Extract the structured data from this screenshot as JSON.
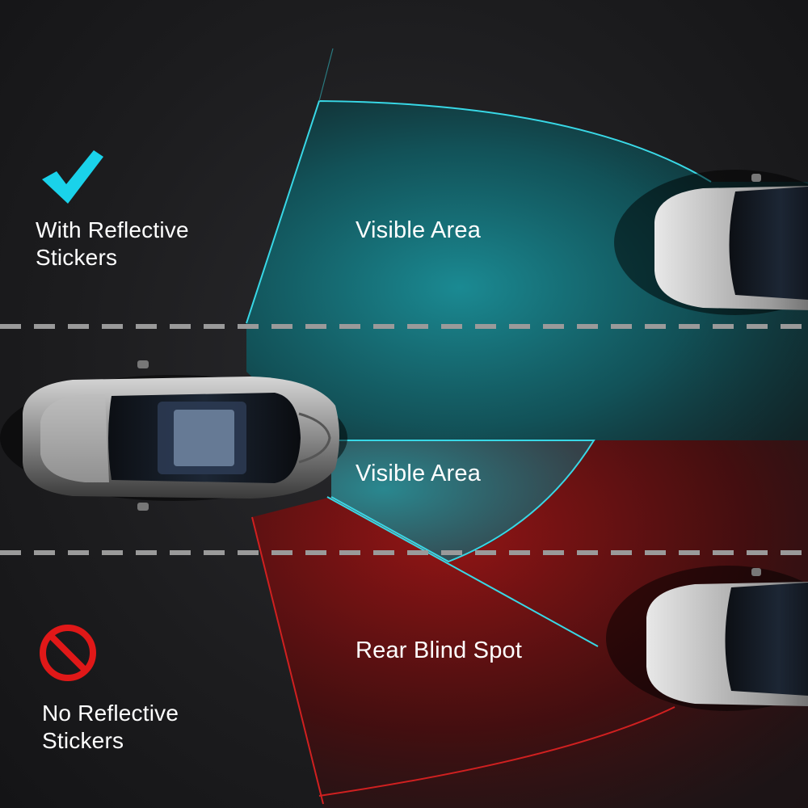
{
  "legend": {
    "with": {
      "icon": "checkmark-icon",
      "color": "#1ad2ea",
      "lines": [
        "With Reflective",
        "Stickers"
      ]
    },
    "without": {
      "icon": "no-symbol-icon",
      "color": "#e01818",
      "lines": [
        "No Reflective",
        "Stickers"
      ]
    }
  },
  "zones": {
    "upper_visible": "Visible Area",
    "middle_visible": "Visible Area",
    "blind_spot": "Rear Blind Spot"
  },
  "colors": {
    "visible_zone": "#16b6c8",
    "blind_zone": "#a01818",
    "lane_marking": "#9a9a9a",
    "background": "#1c1c1e"
  }
}
